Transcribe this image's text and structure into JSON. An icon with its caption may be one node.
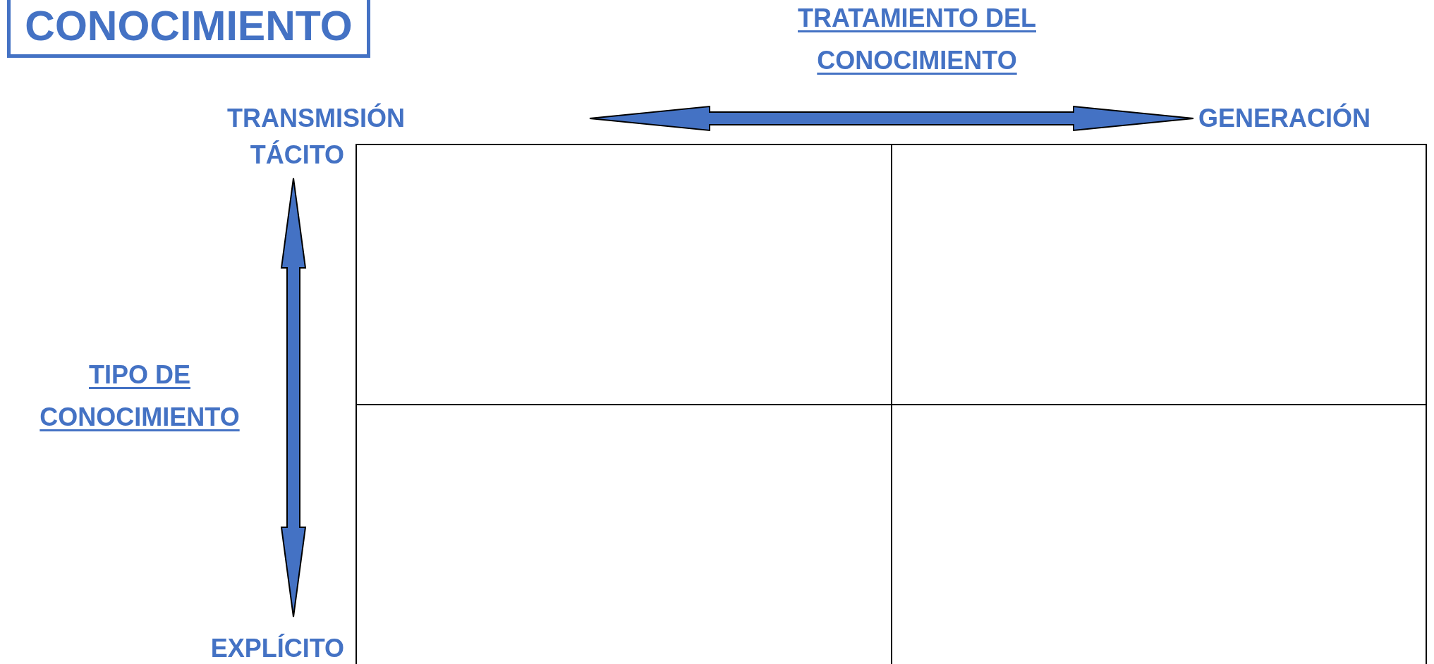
{
  "diagram": {
    "nodes": [
      {
        "text": [
          "CONOCIMIENTO"
        ]
      },
      {
        "text": [
          "TRANSMISIÓN"
        ]
      },
      {
        "text": [
          "GENERACIÓN"
        ]
      },
      {
        "text": [
          "TÁCITO"
        ]
      },
      {
        "text": [
          "EXPLÍCITO"
        ]
      },
      {
        "text": [],
        "shape": "box"
      },
      {
        "text": [],
        "shape": "box"
      },
      {
        "text": [],
        "shape": "box"
      },
      {
        "text": [],
        "shape": "box"
      }
    ],
    "edges": [
      {
        "from": 1,
        "to": 2,
        "arrow": "both"
      },
      {
        "from": 3,
        "to": 4,
        "arrow": "both"
      }
    ],
    "labels": [
      "TRATAMIENTO DEL CONOCIMIENTO",
      "TIPO DE CONOCIMIENTO"
    ]
  }
}
